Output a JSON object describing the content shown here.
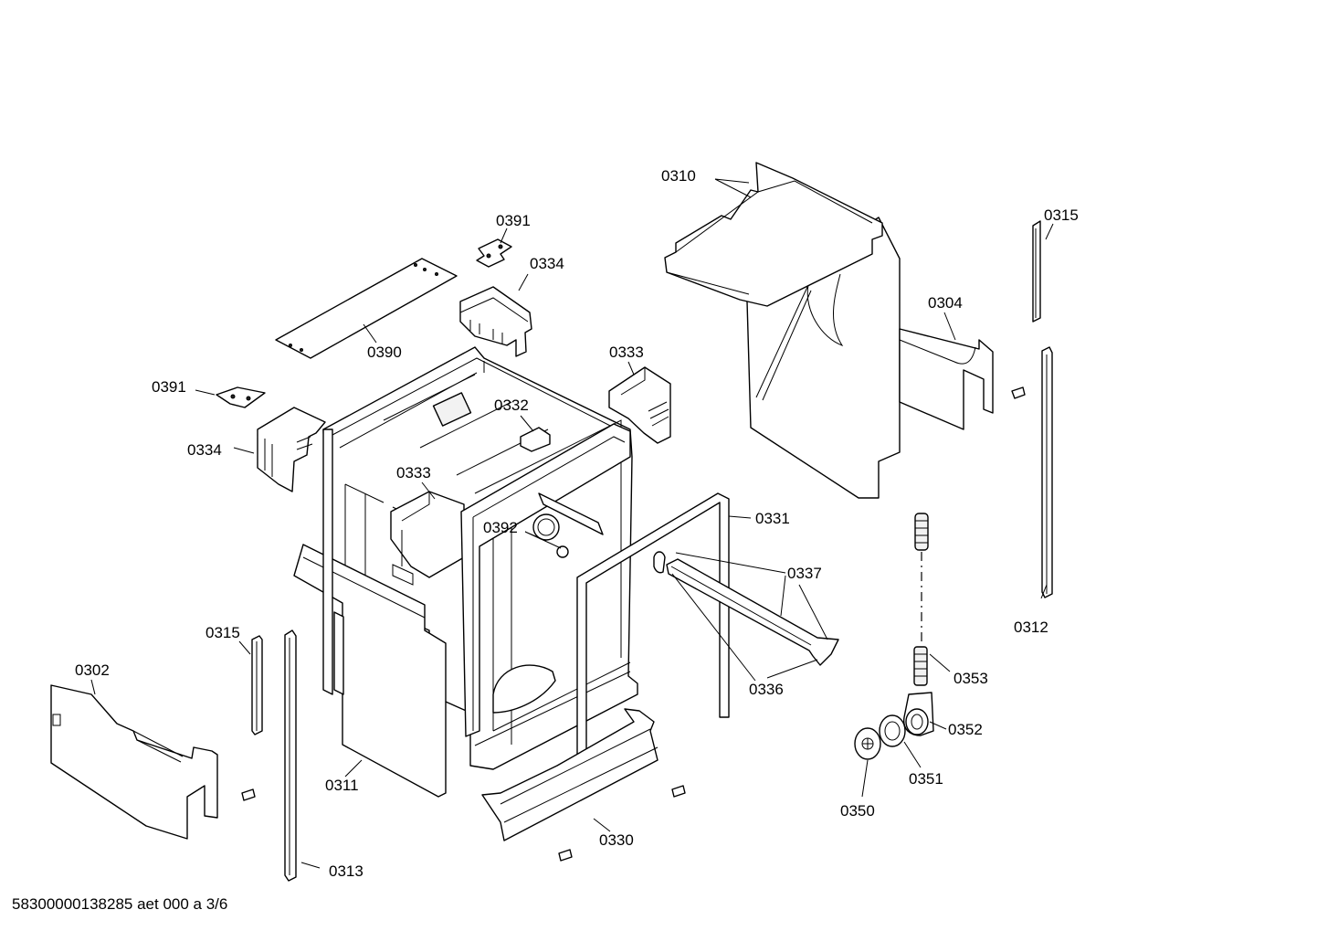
{
  "diagram": {
    "footer": "58300000138285 aet 000 a 3/6",
    "labels": {
      "p0310": "0310",
      "p0315_top": "0315",
      "p0391_top": "0391",
      "p0334_top": "0334",
      "p0304": "0304",
      "p0390": "0390",
      "p0333_right": "0333",
      "p0391_left": "0391",
      "p0332": "0332",
      "p0334_left": "0334",
      "p0333_mid": "0333",
      "p0331": "0331",
      "p0392": "0392",
      "p0337": "0337",
      "p0312": "0312",
      "p0315_left": "0315",
      "p0302": "0302",
      "p0353": "0353",
      "p0336": "0336",
      "p0352": "0352",
      "p0311": "0311",
      "p0351": "0351",
      "p0350": "0350",
      "p0330": "0330",
      "p0313": "0313"
    }
  }
}
